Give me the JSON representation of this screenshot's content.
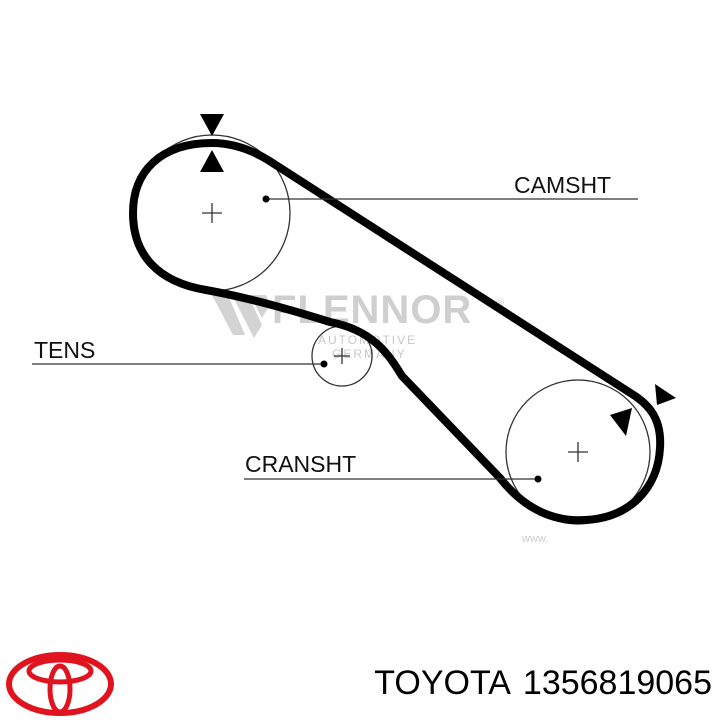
{
  "diagram": {
    "labels": {
      "camshaft": "CAMSHT",
      "tensioner": "TENS",
      "crankshaft": "CRANSHT"
    },
    "watermark": {
      "brand": "FLENNOR",
      "registered": "®",
      "line1": "AUTOMOTIVE",
      "line2": "GERMANY",
      "url": "www."
    },
    "colors": {
      "belt": "#000000",
      "pulley_outline": "#333333",
      "watermark": "#cfcfcf",
      "toyota_red": "#e0141e"
    }
  },
  "footer": {
    "brand": "TOYOTA",
    "part_number": "1356819065"
  }
}
